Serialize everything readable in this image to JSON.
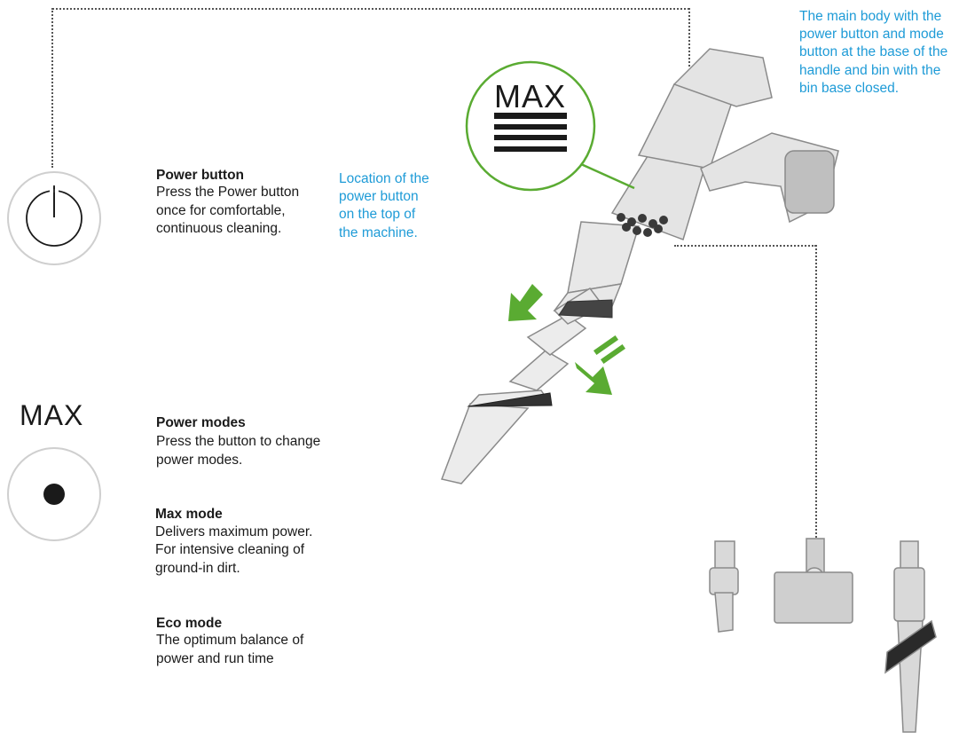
{
  "power_button": {
    "title": "Power button",
    "lines": [
      "Press the Power button",
      "once for comfortable,",
      "continuous cleaning."
    ],
    "icon": "power-icon"
  },
  "power_location": {
    "lines": [
      "Location of the",
      "power button",
      "on the top of",
      "the machine."
    ]
  },
  "main_body": {
    "lines": [
      "The main body with the",
      "power button and mode",
      "button at the base of the",
      "handle and bin with the",
      "bin base closed."
    ]
  },
  "max_zoom_label": "MAX",
  "mode_indicator": {
    "label": "MAX",
    "icon": "mode-dot-icon"
  },
  "power_modes": {
    "title": "Power modes",
    "lines": [
      "Press the button to change",
      "power modes."
    ]
  },
  "max_mode": {
    "title": "Max mode",
    "lines": [
      "Delivers maximum power.",
      "For intensive cleaning of",
      "ground-in dirt."
    ]
  },
  "eco_mode": {
    "title": "Eco mode",
    "lines": [
      "The optimum balance of",
      "power and run time"
    ]
  },
  "colors": {
    "accent_blue": "#1e9bd7",
    "accent_green": "#5aab32",
    "circle_grey": "#cfcfcf"
  }
}
